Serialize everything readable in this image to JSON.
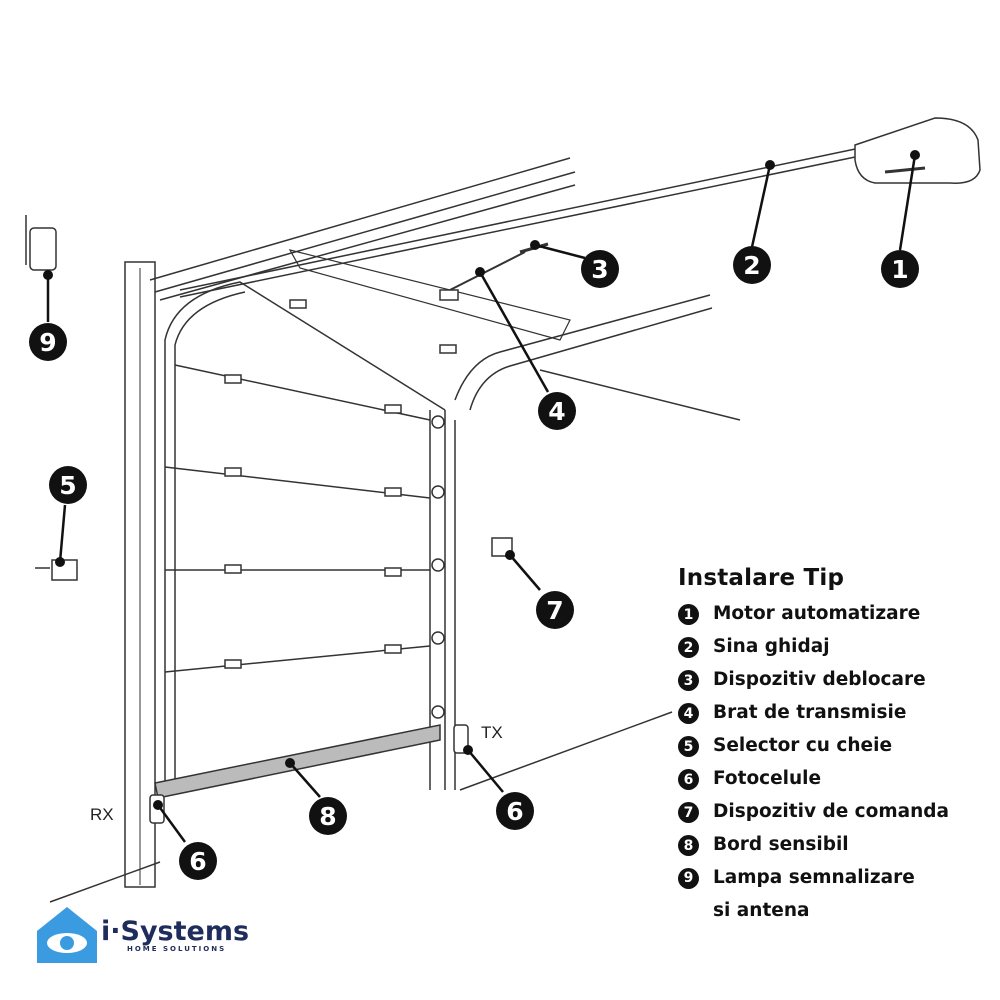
{
  "legend": {
    "title": "Instalare Tip",
    "items": [
      {
        "num": "1",
        "label": "Motor automatizare"
      },
      {
        "num": "2",
        "label": "Sina ghidaj"
      },
      {
        "num": "3",
        "label": "Dispozitiv deblocare"
      },
      {
        "num": "4",
        "label": "Brat de transmisie"
      },
      {
        "num": "5",
        "label": "Selector cu cheie"
      },
      {
        "num": "6",
        "label": "Fotocelule"
      },
      {
        "num": "7",
        "label": "Dispozitiv de comanda"
      },
      {
        "num": "8",
        "label": "Bord sensibil"
      },
      {
        "num": "9",
        "label": "Lampa semnalizare si antena"
      }
    ]
  },
  "callouts": [
    "1",
    "2",
    "3",
    "4",
    "5",
    "6",
    "6",
    "7",
    "8",
    "9"
  ],
  "labels": {
    "rx": "RX",
    "tx": "TX"
  },
  "logo": {
    "name": "i·Systems",
    "tagline": "HOME SOLUTIONS",
    "color": "#3a9be0"
  }
}
